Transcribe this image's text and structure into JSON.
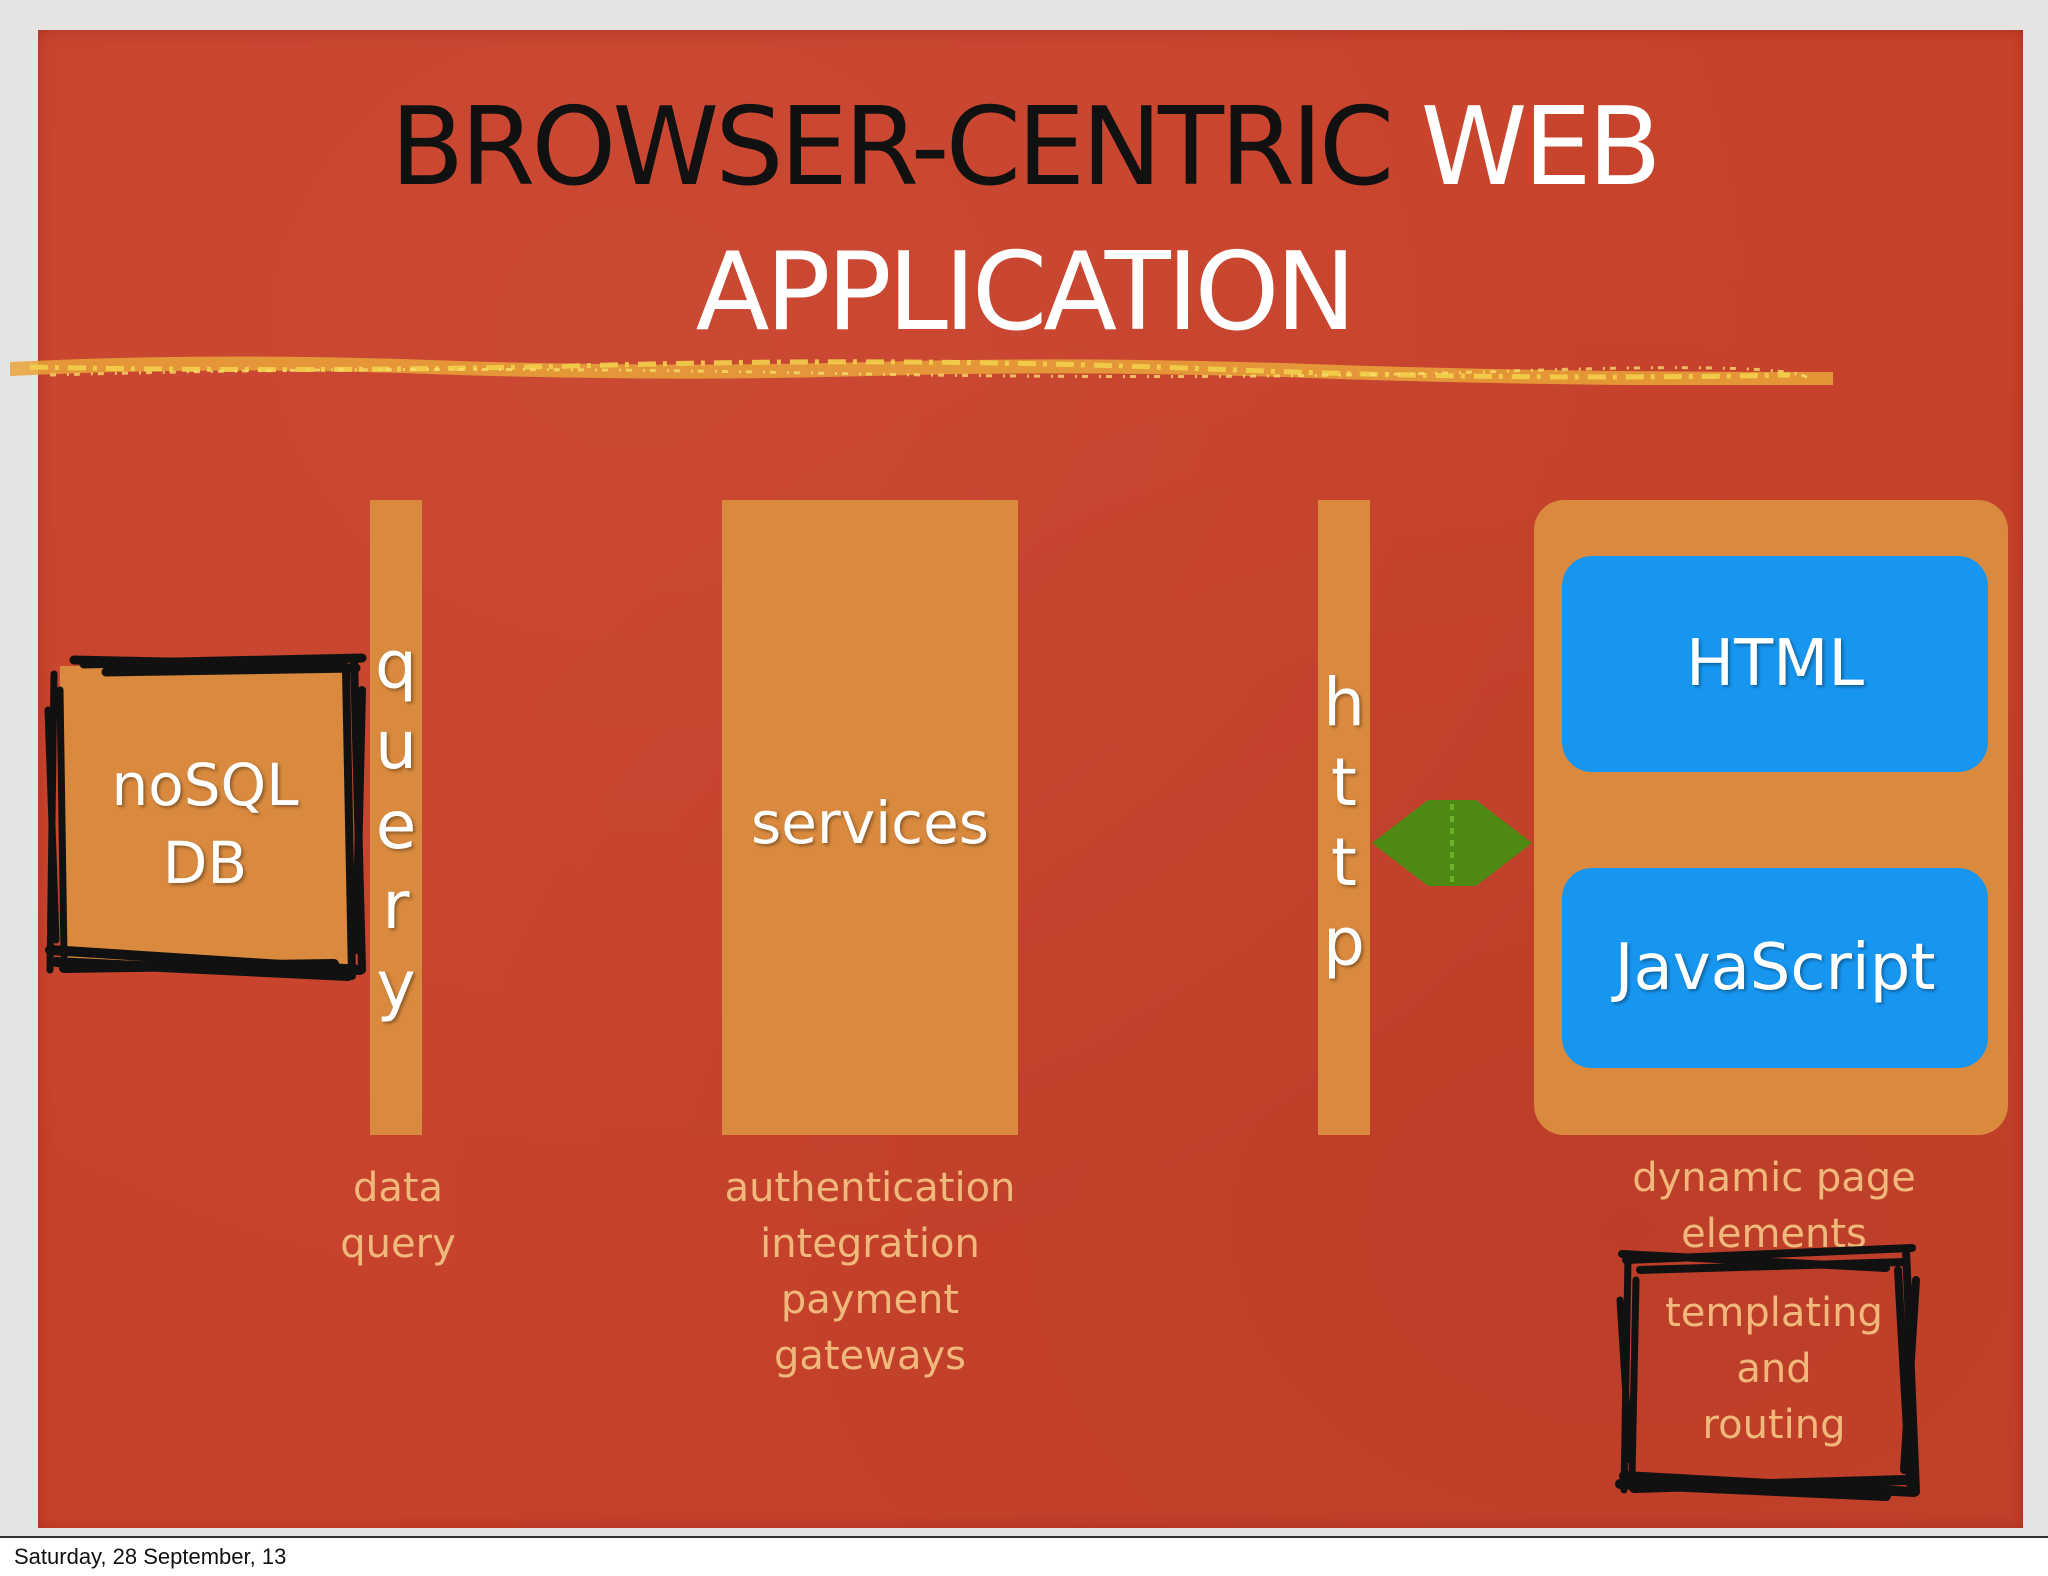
{
  "title": {
    "line1_dark": "BROWSER-CENTRIC",
    "line1_light": "WEB",
    "line2": "APPLICATION"
  },
  "database": {
    "label_line1": "noSQL",
    "label_line2": "DB"
  },
  "query_bar": {
    "letters": [
      "q",
      "u",
      "e",
      "r",
      "y"
    ],
    "caption_line1": "data",
    "caption_line2": "query"
  },
  "services": {
    "label": "services",
    "caption": [
      "authentication",
      "integration",
      "payment",
      "gateways"
    ]
  },
  "http_bar": {
    "letters": [
      "h",
      "t",
      "t",
      "p"
    ]
  },
  "client": {
    "html_label": "HTML",
    "js_label": "JavaScript",
    "caption_line1": "dynamic page",
    "caption_line2": "elements",
    "routing": [
      "templating",
      "and",
      "routing"
    ]
  },
  "colors": {
    "slide_background": "#c8422b",
    "block_orange": "#d98a3e",
    "client_blue": "#1796f0",
    "arrow_green": "#4e8a13",
    "caption_text": "#f0b87a"
  },
  "footer": {
    "date": "Saturday, 28 September, 13"
  }
}
